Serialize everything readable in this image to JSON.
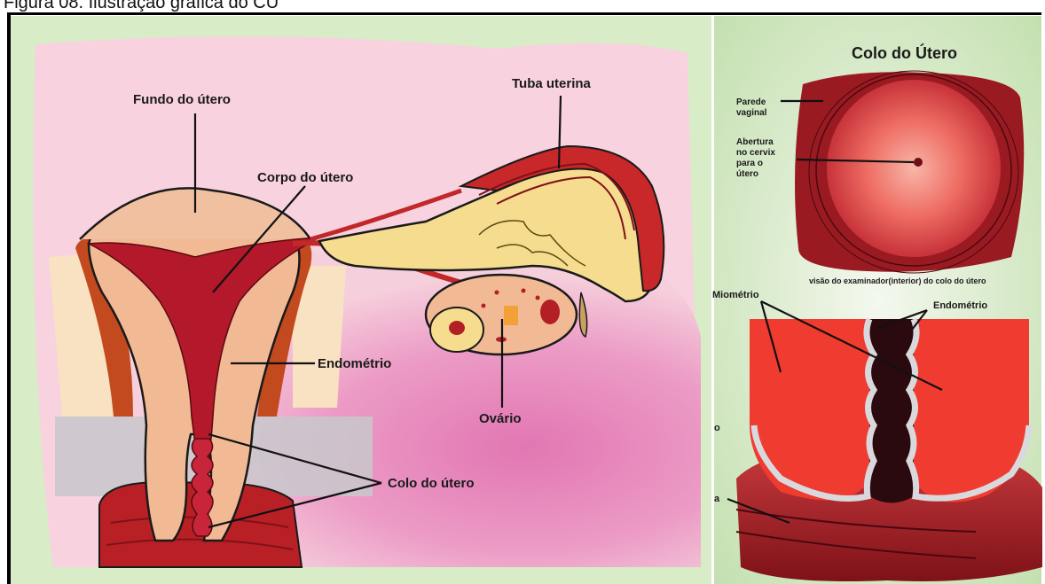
{
  "caption": "Figura 08. Ilustração gráfica do CU",
  "left_panel": {
    "labels": {
      "fundo": "Fundo do útero",
      "tuba": "Tuba uterina",
      "corpo": "Corpo do útero",
      "endometrio": "Endométrio",
      "ovario": "Ovário",
      "colo": "Colo do útero"
    }
  },
  "right_panel": {
    "title": "Colo do Útero",
    "labels": {
      "parede_1": "Parede",
      "parede_2": "vaginal",
      "abertura_1": "Abertura",
      "abertura_2": "no cervix",
      "abertura_3": "para o",
      "abertura_4": "útero",
      "visao": "visão do examinador(interior) do colo do útero",
      "miometrio": "Miométrio",
      "endometrio": "Endométrio",
      "cut_o": "o",
      "cut_a": "a"
    }
  },
  "colors": {
    "pink_bg": "#f6c6d4",
    "magenta_bg": "#e98bbd",
    "green_bg": "#cfe6bf",
    "muscle": "#b21f25",
    "uterus_skin": "#f2b995",
    "tube_yellow": "#f6dc8e",
    "cervix_red": "#ef3b30"
  }
}
